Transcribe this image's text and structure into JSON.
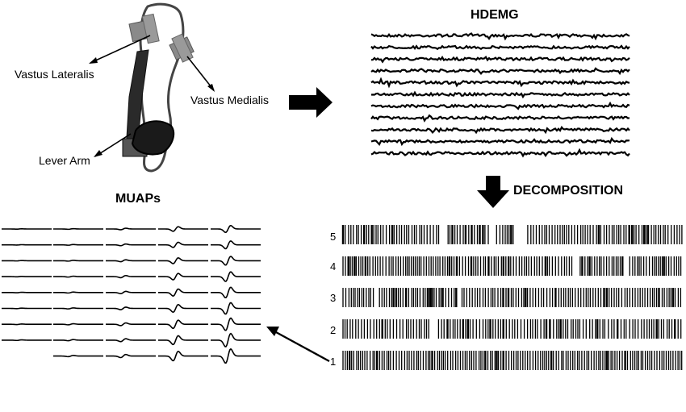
{
  "leg_panel": {
    "muscle_labels": [
      "Vastus Lateralis",
      "Vastus Medialis"
    ],
    "device_label": "Lever Arm"
  },
  "hdemg": {
    "title": "HDEMG",
    "channel_count": 11
  },
  "decomposition": {
    "title": "DECOMPOSITION",
    "trains": [
      {
        "label": "5"
      },
      {
        "label": "4"
      },
      {
        "label": "3"
      },
      {
        "label": "2"
      },
      {
        "label": "1"
      }
    ]
  },
  "muaps": {
    "title": "MUAPs",
    "rows": 9,
    "cols": 5
  }
}
